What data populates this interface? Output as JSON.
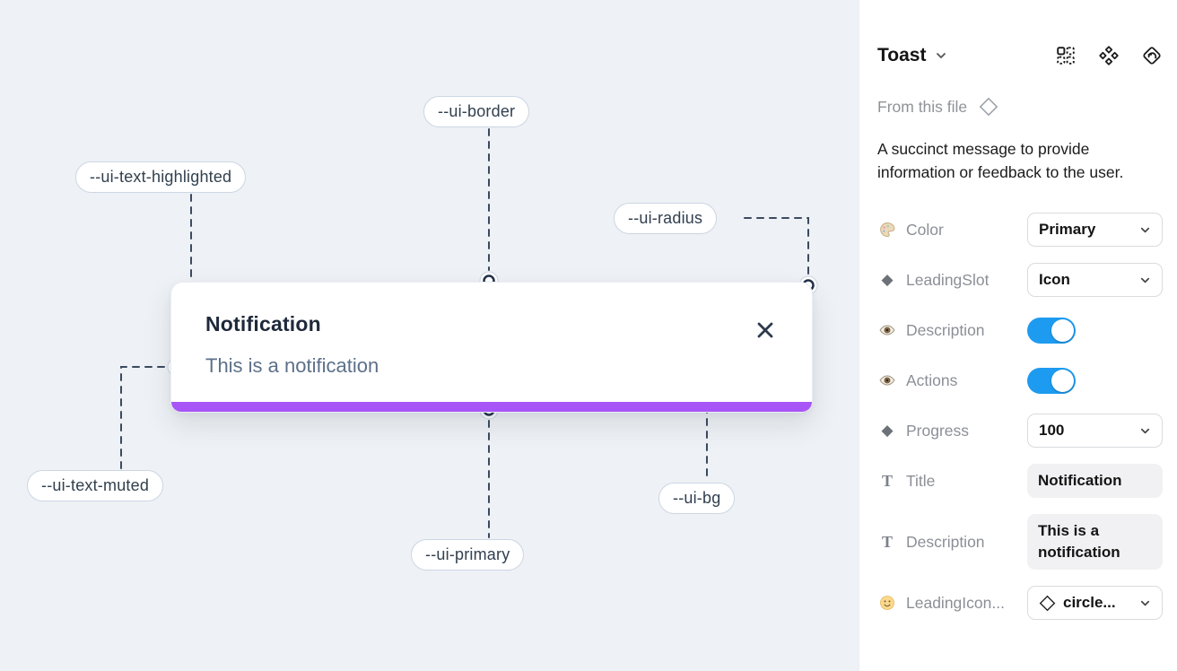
{
  "colors": {
    "canvas_bg": "#eef1f5",
    "panel_bg": "#ffffff",
    "ui_primary": "#a855f7",
    "toggle_on": "#1d9bf0",
    "pill_text": "#32404f",
    "toast_title_text": "#1e293b",
    "toast_muted_text": "#5d7089"
  },
  "canvas": {
    "toast": {
      "title": "Notification",
      "description": "This is a notification"
    },
    "labels": [
      {
        "text": "--ui-border"
      },
      {
        "text": "--ui-text-highlighted"
      },
      {
        "text": "--ui-radius"
      },
      {
        "text": "--ui-text-muted"
      },
      {
        "text": "--ui-primary"
      },
      {
        "text": "--ui-bg"
      }
    ]
  },
  "panel": {
    "header": {
      "title": "Toast",
      "icons": [
        "instance-swap-icon",
        "component-icon",
        "return-to-instance-icon"
      ]
    },
    "source": {
      "label": "From this file",
      "icon": "diamond-outline-icon"
    },
    "description": "A succinct message to provide information or feedback to the user.",
    "rows": [
      {
        "icon": "palette-icon",
        "label": "Color",
        "control": "dropdown",
        "value": "Primary"
      },
      {
        "icon": "diamond-icon",
        "label": "LeadingSlot",
        "control": "dropdown",
        "value": "Icon"
      },
      {
        "icon": "eye-icon",
        "label": "Description",
        "control": "toggle",
        "value": "on"
      },
      {
        "icon": "eye-icon",
        "label": "Actions",
        "control": "toggle",
        "value": "on"
      },
      {
        "icon": "diamond-icon",
        "label": "Progress",
        "control": "dropdown",
        "value": "100"
      },
      {
        "icon": "text-icon",
        "label": "Title",
        "control": "text-field",
        "value": "Notification"
      },
      {
        "icon": "text-icon",
        "label": "Description",
        "control": "text-field",
        "value": "This is a notification"
      },
      {
        "icon": "smiley-icon",
        "label": "LeadingIcon...",
        "control": "dropdown",
        "value": "circle...",
        "value_icon": "diamond-outline-icon"
      }
    ]
  }
}
